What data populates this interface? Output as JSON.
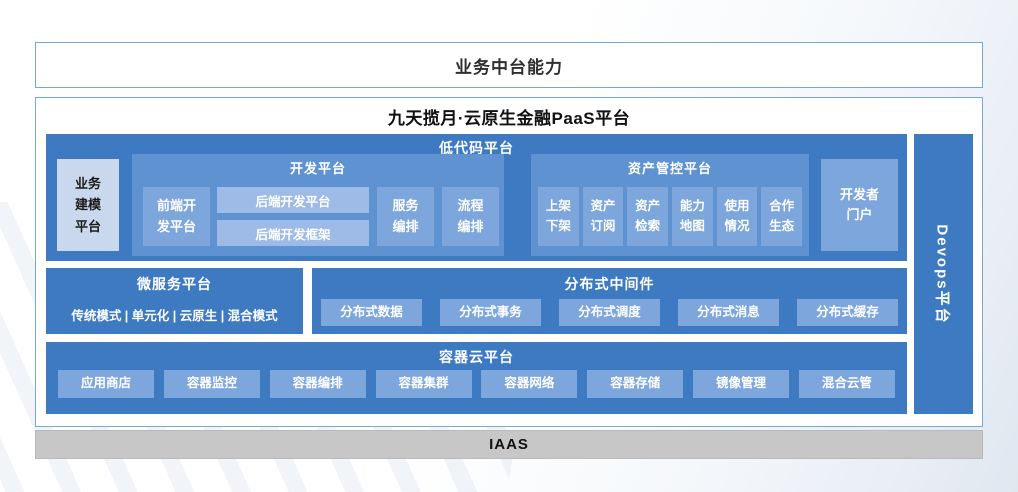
{
  "banner": {
    "title": "业务中台能力"
  },
  "platform": {
    "title": "九天揽月·云原生金融PaaS平台",
    "low_code": {
      "title": "低代码平台",
      "business_modeling": {
        "lines": [
          "业务",
          "建模",
          "平台"
        ]
      },
      "dev_platform": {
        "title": "开发平台",
        "frontend": {
          "lines": [
            "前端开",
            "发平台"
          ]
        },
        "backend_platform": "后端开发平台",
        "backend_framework": "后端开发框架",
        "service_orchestration": {
          "lines": [
            "服务",
            "编排"
          ]
        },
        "process_orchestration": {
          "lines": [
            "流程",
            "编排"
          ]
        }
      },
      "asset_platform": {
        "title": "资产管控平台",
        "items": [
          {
            "lines": [
              "上架",
              "下架"
            ]
          },
          {
            "lines": [
              "资产",
              "订阅"
            ]
          },
          {
            "lines": [
              "资产",
              "检索"
            ]
          },
          {
            "lines": [
              "能力",
              "地图"
            ]
          },
          {
            "lines": [
              "使用",
              "情况"
            ]
          },
          {
            "lines": [
              "合作",
              "生态"
            ]
          }
        ]
      },
      "developer_portal": {
        "lines": [
          "开发者",
          "门户"
        ]
      }
    },
    "devops": {
      "title": "Devops平台"
    },
    "microservice": {
      "title": "微服务平台",
      "modes": "传统模式 | 单元化 | 云原生 | 混合模式"
    },
    "middleware": {
      "title": "分布式中间件",
      "items": [
        "分布式数据",
        "分布式事务",
        "分布式调度",
        "分布式消息",
        "分布式缓存"
      ]
    },
    "container": {
      "title": "容器云平台",
      "items": [
        "应用商店",
        "容器监控",
        "容器编排",
        "容器集群",
        "容器网络",
        "容器存储",
        "镜像管理",
        "混合云管"
      ]
    }
  },
  "iaas": {
    "title": "IAAS"
  },
  "colors": {
    "container_blue": "#3d7ac1",
    "section_blue": "#5e92d0",
    "item_blue": "#7ca6dc",
    "strip_blue": "#9dbbe6",
    "light_panel": "#c9d8ec",
    "border_blue": "#74aad8",
    "iaas_gray": "#c7c7c7"
  }
}
